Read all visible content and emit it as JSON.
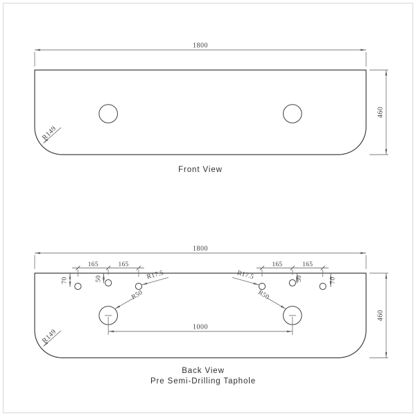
{
  "colors": {
    "background": "#ffffff",
    "frame_border": "#d6d6d6",
    "outline": "#404040",
    "dimension_lines": "#7d7d7d",
    "text": "#3f3f3f"
  },
  "front_view": {
    "title": "Front View",
    "dims": {
      "width": "1800",
      "height": "460",
      "corner_radius": "R149"
    }
  },
  "back_view": {
    "title": "Back View",
    "subtitle": "Pre Semi-Drilling Taphole",
    "dims": {
      "width": "1800",
      "height": "460",
      "corner_radius": "R149",
      "spacing_left_outer": "165",
      "spacing_left_inner": "165",
      "spacing_right_inner": "165",
      "spacing_right_outer": "165",
      "offset_left_outer": "70",
      "offset_left_mid": "50",
      "offset_right_mid": "50",
      "offset_right_outer": "70",
      "pilot_radius_left": "R17.5",
      "pilot_radius_right": "R17.5",
      "taphole_radius_left": "R50",
      "taphole_radius_right": "R50",
      "taphole_center_distance": "1000"
    }
  }
}
